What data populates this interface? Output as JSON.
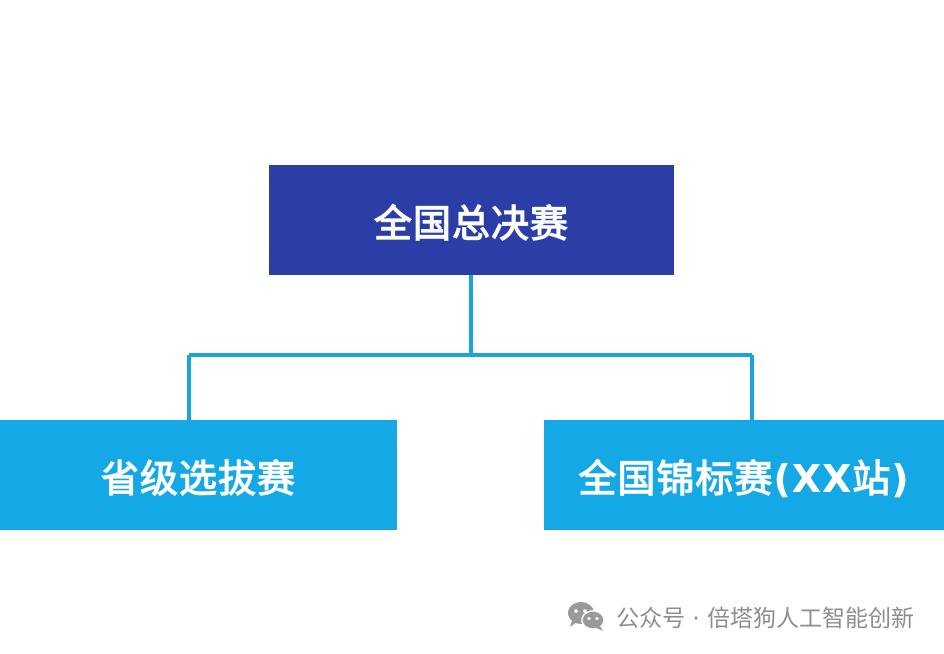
{
  "diagram": {
    "root": {
      "label": "全国总决赛",
      "color": "#2b3ea8"
    },
    "children": [
      {
        "label": "省级选拔赛",
        "color": "#14a8e6"
      },
      {
        "label": "全国锦标赛(XX站)",
        "color": "#14a8e6"
      }
    ],
    "connector_color": "#1aa3dd"
  },
  "watermark": {
    "icon": "wechat-icon",
    "text": "公众号 · 倍塔狗人工智能创新"
  }
}
